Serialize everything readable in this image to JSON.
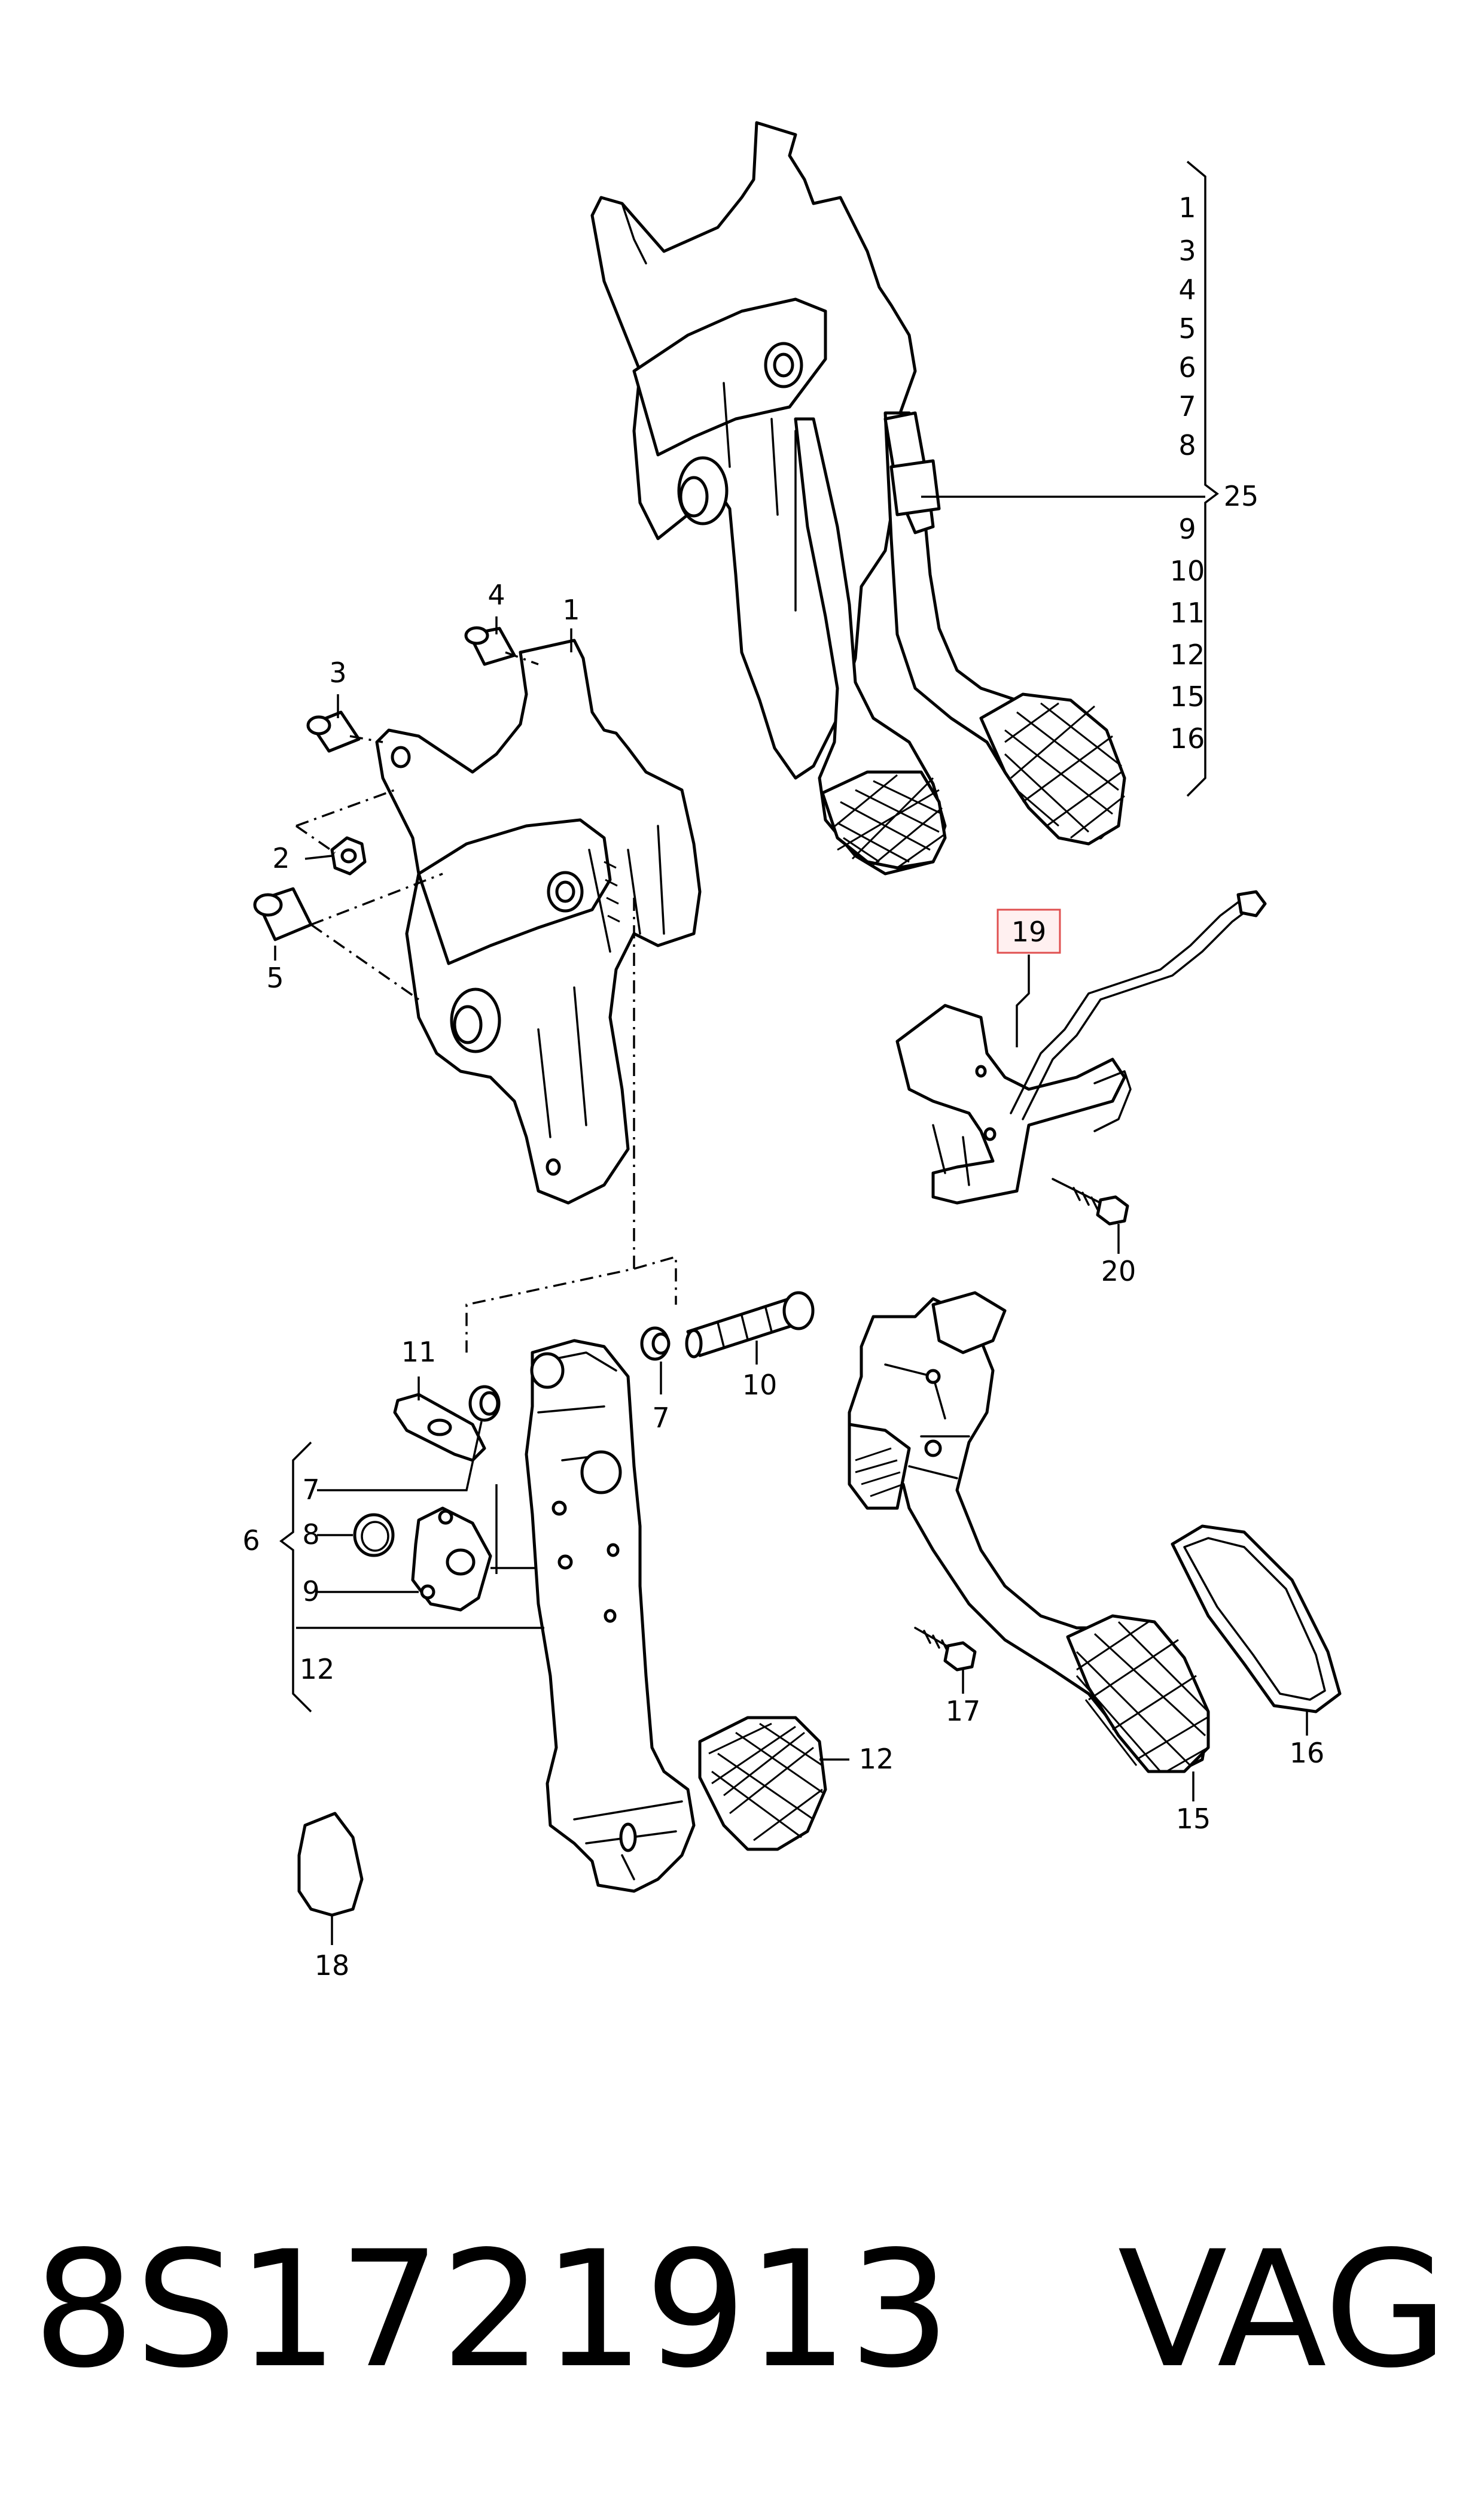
{
  "diagram": {
    "callouts": {
      "c1_top": "1",
      "c1": "1",
      "c2": "2",
      "c3": "3",
      "c4": "4",
      "c5": "5",
      "c6": "6",
      "c7_left": "7",
      "c7_right": "7",
      "c8": "8",
      "c9": "9",
      "c10": "10",
      "c11": "11",
      "c12_left": "12",
      "c12_pad": "12",
      "c15": "15",
      "c16": "16",
      "c17": "17",
      "c18": "18",
      "c19": "19",
      "c20": "20",
      "c25": "25"
    },
    "group_25_list": [
      "1",
      "3",
      "4",
      "5",
      "6",
      "7",
      "8",
      "9",
      "10",
      "11",
      "12",
      "15",
      "16"
    ],
    "highlight_color": "#e05050"
  },
  "footer": {
    "part_number": "8S1721913",
    "brand": "VAG"
  }
}
